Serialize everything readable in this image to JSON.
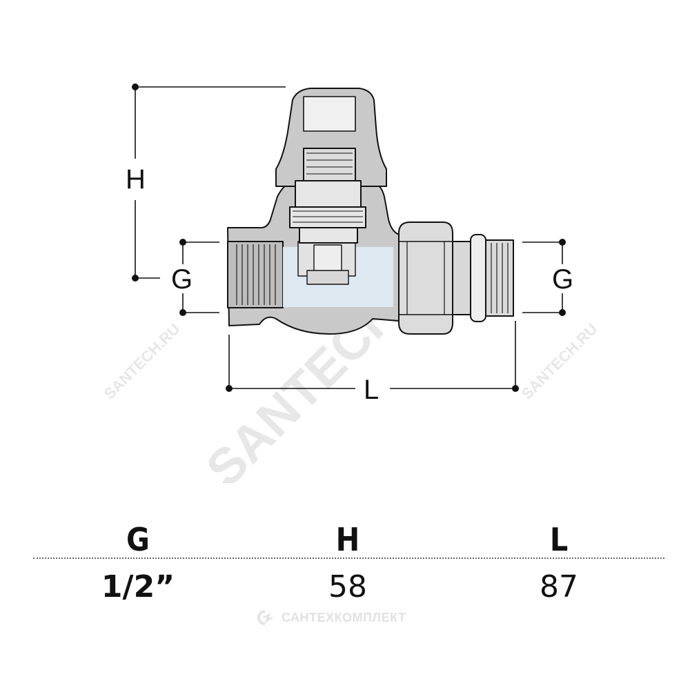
{
  "drawing": {
    "dimension_labels": {
      "height": "H",
      "connection_left": "G",
      "connection_right": "G",
      "length": "L"
    },
    "watermarks": {
      "main": "SANTECH.RU",
      "small_left": "SANTECH.RU",
      "small_right": "SANTECH.RU"
    }
  },
  "table": {
    "headers": [
      "G",
      "H",
      "L"
    ],
    "values": [
      "1/2”",
      "58",
      "87"
    ]
  },
  "brand": {
    "text": "САНТЕХКОМПЛЕКТ",
    "icon": "santech-logo-icon"
  },
  "colors": {
    "line": "#111111",
    "body": "#c9c9c9",
    "water": "#dde8f1",
    "watermark": "#e5e5e5"
  }
}
